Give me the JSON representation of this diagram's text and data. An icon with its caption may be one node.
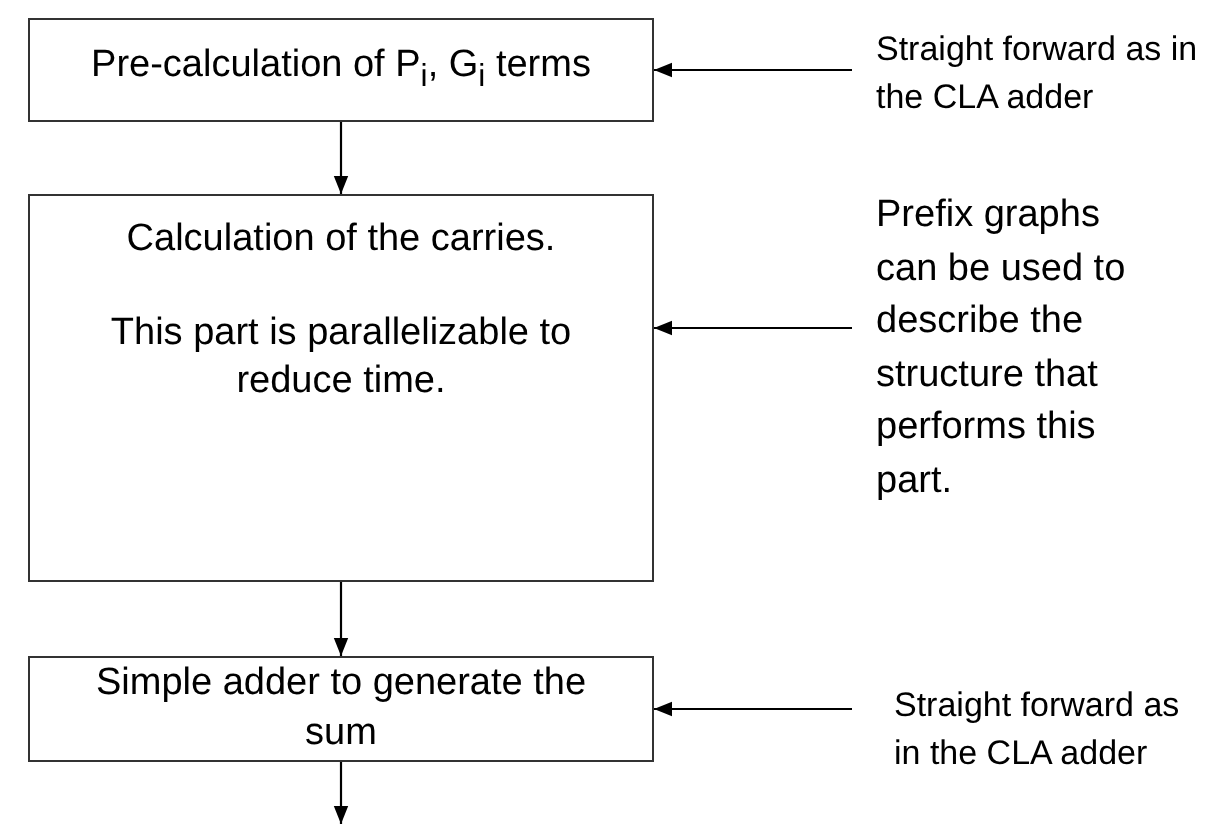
{
  "diagram": {
    "nodes": [
      {
        "text": [
          "Pre-calculation of P$_{i}$, G$_{i}$ terms"
        ]
      },
      {
        "text": [
          "Straight forward as in the CLA adder"
        ]
      },
      {
        "text": [
          "Calculation of the carries.",
          "This part is parallelizable to reduce time."
        ]
      },
      {
        "text": [
          "Prefix graphs can be used to describe the structure that performs this part."
        ]
      },
      {
        "text": [
          "Simple adder to generate the sum"
        ]
      },
      {
        "text": [
          "Straight forward as in the CLA adder"
        ]
      }
    ],
    "edges": [
      {
        "from": 0,
        "to": 2,
        "arrow": "to"
      },
      {
        "from": 2,
        "to": 4,
        "arrow": "to"
      },
      {
        "from": 4,
        "to": null,
        "arrow": "to"
      },
      {
        "from": 1,
        "to": 0,
        "arrow": "to"
      },
      {
        "from": 3,
        "to": 2,
        "arrow": "to"
      },
      {
        "from": 5,
        "to": 4,
        "arrow": "to"
      }
    ]
  }
}
